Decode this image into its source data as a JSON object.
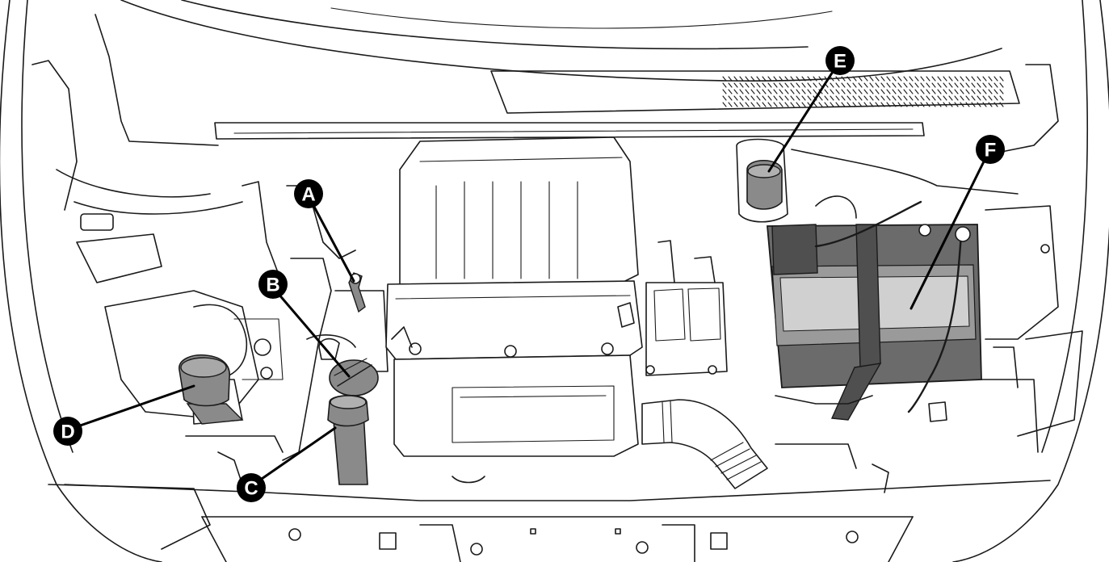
{
  "colors": {
    "line": "#1a1a1a",
    "cap_gray": "#8a8a8a",
    "battery_dark": "#6b6b6b",
    "battery_label": "#d0d0d0",
    "callout": "#000000",
    "callout_text": "#ffffff"
  },
  "callouts": [
    {
      "id": "A",
      "letter": "A",
      "target": "engine-oil-dipstick"
    },
    {
      "id": "B",
      "letter": "B",
      "target": "engine-oil-filler-cap"
    },
    {
      "id": "C",
      "letter": "C",
      "target": "windshield-washer-reservoir-cap"
    },
    {
      "id": "D",
      "letter": "D",
      "target": "coolant-reservoir-cap"
    },
    {
      "id": "E",
      "letter": "E",
      "target": "brake-fluid-reservoir-cap"
    },
    {
      "id": "F",
      "letter": "F",
      "target": "battery"
    }
  ]
}
